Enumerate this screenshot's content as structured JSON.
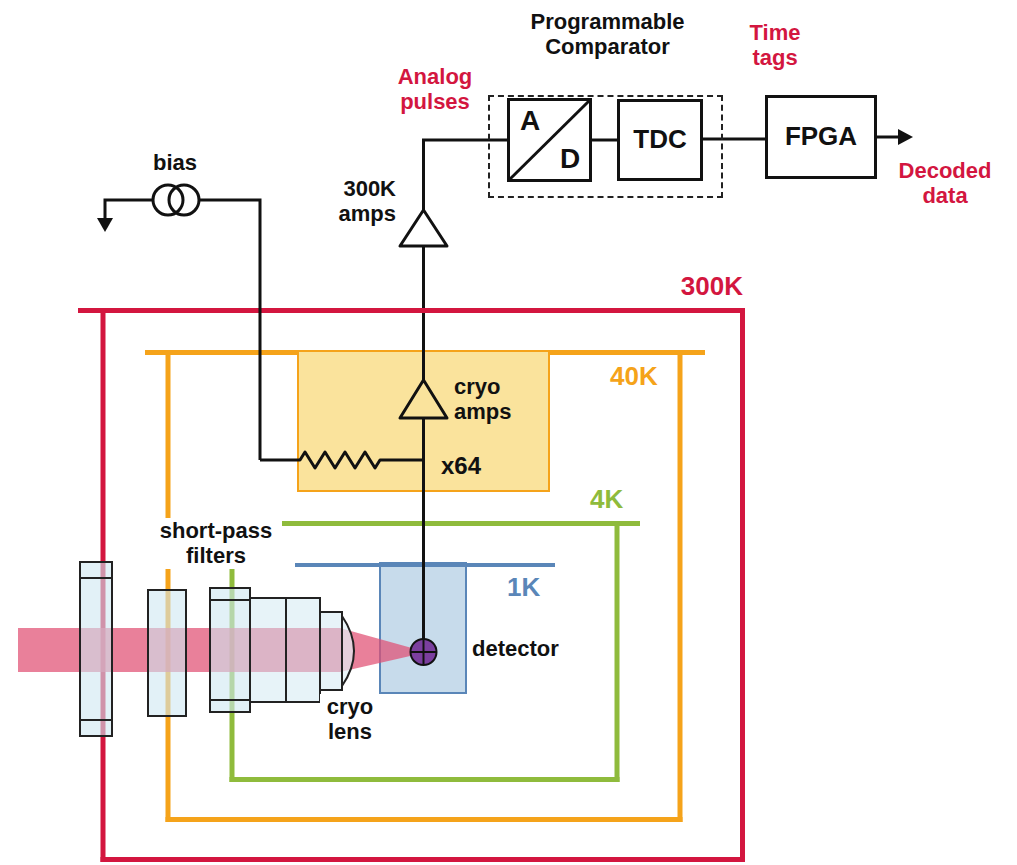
{
  "diagram": {
    "nodes": [
      {
        "text": [
          "300K"
        ]
      },
      {
        "text": [
          "40K"
        ],
        "in": 0
      },
      {
        "text": [
          "cryo amps",
          "x64"
        ],
        "in": 1
      },
      {
        "text": [
          "4K"
        ],
        "in": 1
      },
      {
        "text": [
          "1K",
          "detector"
        ],
        "in": 3
      },
      {
        "text": [
          "Programmable Comparator"
        ]
      },
      {
        "text": [
          "A",
          "D"
        ],
        "in": 5
      },
      {
        "text": [
          "TDC"
        ],
        "in": 5
      },
      {
        "text": [
          "FPGA"
        ]
      }
    ],
    "edges": [
      {
        "from": 2,
        "to": 6,
        "arrow": "none"
      },
      {
        "from": 6,
        "to": 7,
        "arrow": "none"
      },
      {
        "from": 7,
        "to": 8,
        "arrow": "none"
      }
    ],
    "labels": [
      "Analog pulses",
      "Time tags",
      "Decoded data",
      "bias",
      "300K amps",
      "short-pass filters",
      "cryo lens"
    ]
  }
}
